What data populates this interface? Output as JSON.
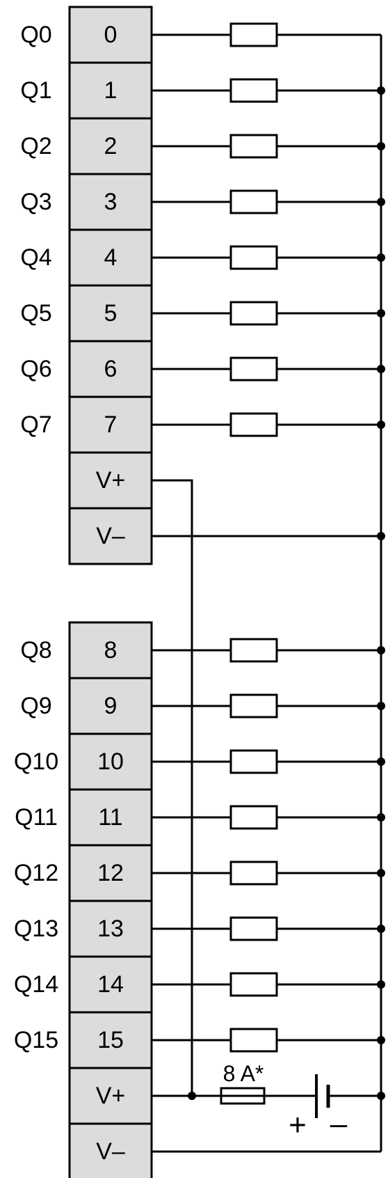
{
  "blocks": [
    {
      "outputs": [
        {
          "q": "Q0",
          "terminal": "0"
        },
        {
          "q": "Q1",
          "terminal": "1"
        },
        {
          "q": "Q2",
          "terminal": "2"
        },
        {
          "q": "Q3",
          "terminal": "3"
        },
        {
          "q": "Q4",
          "terminal": "4"
        },
        {
          "q": "Q5",
          "terminal": "5"
        },
        {
          "q": "Q6",
          "terminal": "6"
        },
        {
          "q": "Q7",
          "terminal": "7"
        }
      ],
      "supply": [
        "V+",
        "V–"
      ]
    },
    {
      "outputs": [
        {
          "q": "Q8",
          "terminal": "8"
        },
        {
          "q": "Q9",
          "terminal": "9"
        },
        {
          "q": "Q10",
          "terminal": "10"
        },
        {
          "q": "Q11",
          "terminal": "11"
        },
        {
          "q": "Q12",
          "terminal": "12"
        },
        {
          "q": "Q13",
          "terminal": "13"
        },
        {
          "q": "Q14",
          "terminal": "14"
        },
        {
          "q": "Q15",
          "terminal": "15"
        }
      ],
      "supply": [
        "V+",
        "V–"
      ]
    }
  ],
  "fuse_label": "8 A*",
  "battery": {
    "plus": "+",
    "minus": "–"
  }
}
